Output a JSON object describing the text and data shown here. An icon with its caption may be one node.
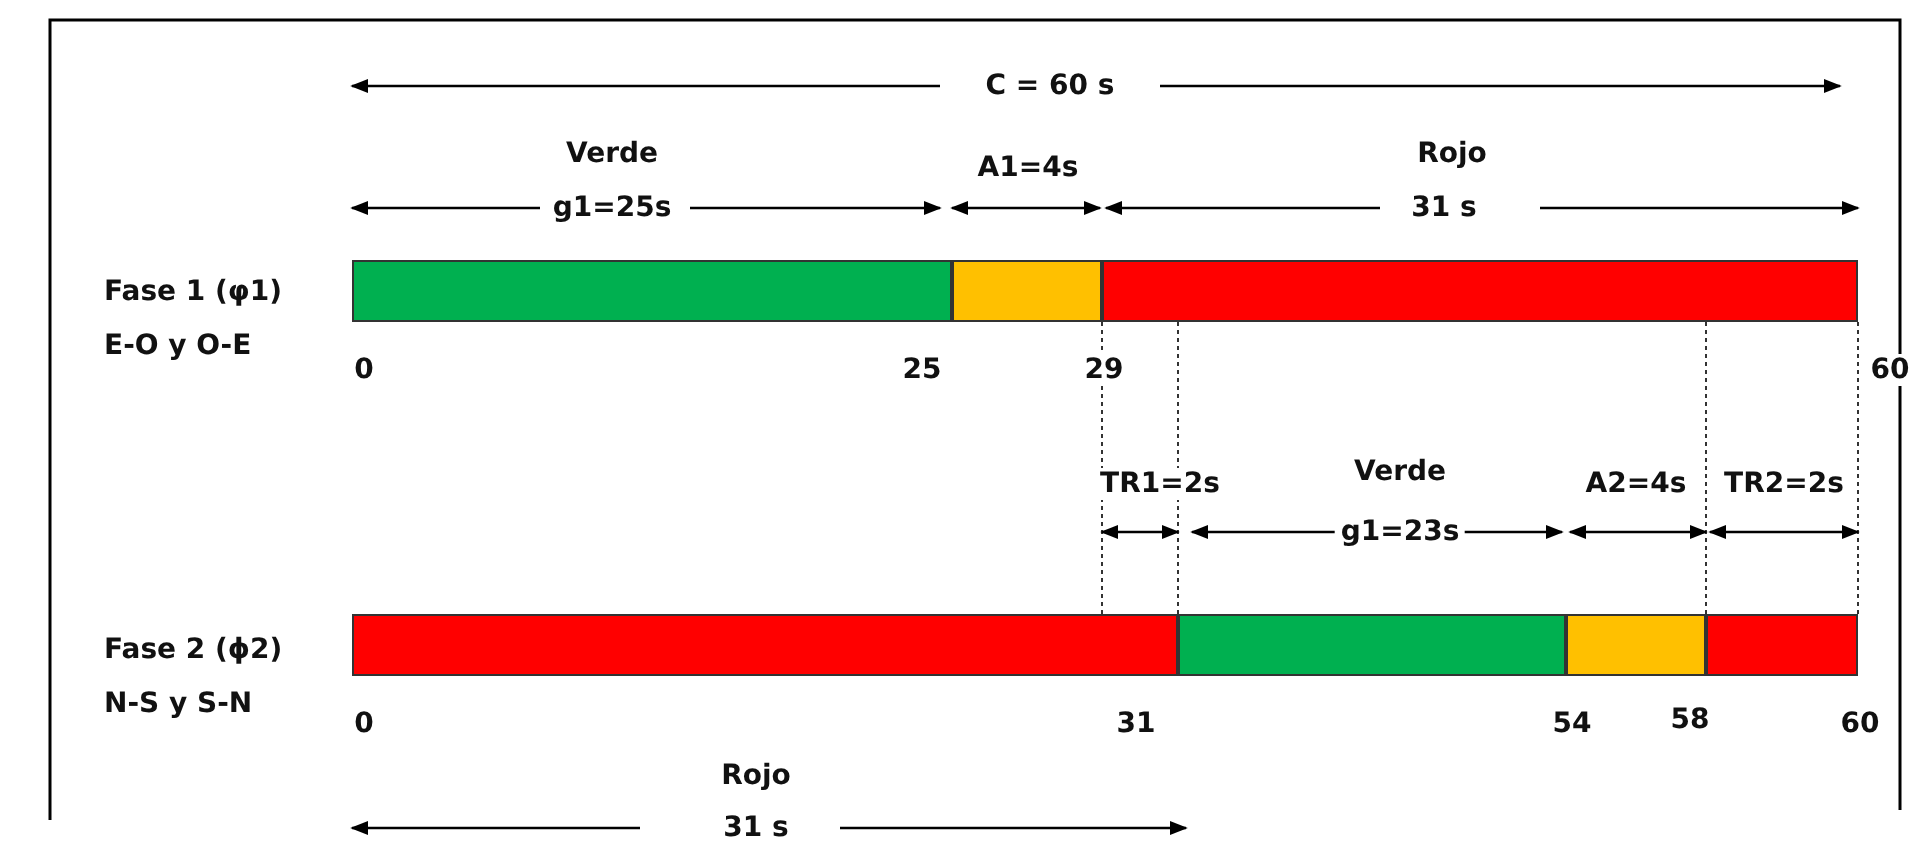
{
  "diagram": {
    "nodes": [
      {
        "text": [],
        "shape": "bar"
      },
      {
        "text": [],
        "shape": "bar"
      },
      {
        "text": [],
        "shape": "bar"
      },
      {
        "text": [],
        "shape": "bar"
      },
      {
        "text": [],
        "shape": "bar"
      },
      {
        "text": [],
        "shape": "bar"
      },
      {
        "text": [],
        "shape": "bar"
      }
    ],
    "edges": [
      {
        "from": 1,
        "to": 3,
        "arrow": "none",
        "style": "dashed"
      },
      {
        "from": 2,
        "to": 4,
        "arrow": "none",
        "style": "dashed"
      },
      {
        "from": 2,
        "to": 5,
        "arrow": "none",
        "style": "dashed"
      },
      {
        "from": 2,
        "to": 6,
        "arrow": "none",
        "style": "dashed"
      }
    ],
    "labels": [
      "C = 60 s",
      "Verde",
      "A1=4s",
      "Rojo",
      "g1=25s",
      "31 s",
      "Fase 1 (φ1)",
      "E-O y O-E",
      "0",
      "25",
      "29",
      "60",
      "TR1=2s",
      "Verde",
      "A2=4s",
      "TR2=2s",
      "g1=23s",
      "Fase 2  (ϕ2)",
      "N-S y S-N",
      "0",
      "31",
      "54",
      "58",
      "60",
      "Rojo",
      "31 s"
    ]
  }
}
